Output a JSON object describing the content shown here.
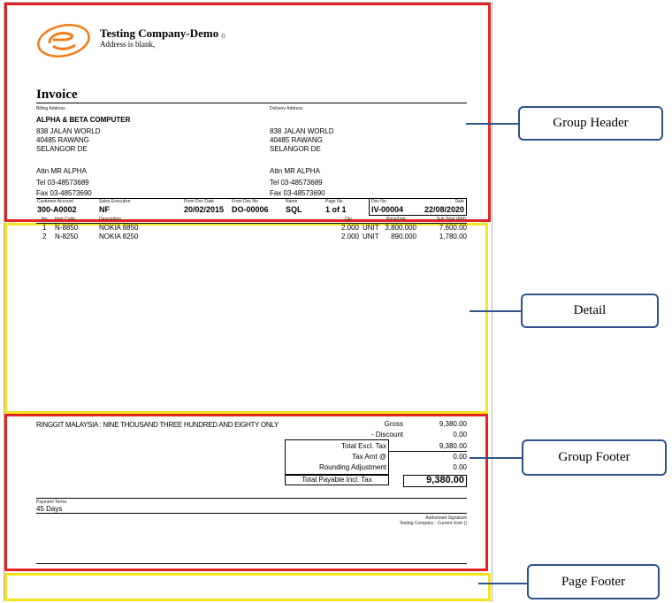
{
  "company": {
    "name": "Testing Company-Demo",
    "suffix": "()",
    "address": "Address is blank,"
  },
  "invoice_title": "Invoice",
  "billing": {
    "label": "Billing Address",
    "company": "ALPHA & BETA COMPUTER",
    "line1": "838 JALAN WORLD",
    "line2": "40485 RAWANG",
    "line3": "SELANGOR DE",
    "attn": "Attn  MR ALPHA",
    "tel": "Tel   03-48573689",
    "fax": "Fax  03-48573690"
  },
  "delivery": {
    "label": "Delivery Address",
    "line1": "838 JALAN WORLD",
    "line2": "40485 RAWANG",
    "line3": "SELANGOR DE",
    "attn": "Attn  MR ALPHA",
    "tel": "Tel   03-48573689",
    "fax": "Fax  03-48573690"
  },
  "info": {
    "customer_account_label": "Customer Account",
    "customer_account": "300-A0002",
    "sales_exec_label": "Sales Executive",
    "sales_exec": "NF",
    "from_doc_date_label": "From Doc Date",
    "from_doc_date": "20/02/2015",
    "from_doc_no_label": "From Doc No",
    "from_doc_no": "DO-00006",
    "name_label": "Name",
    "name": "SQL",
    "page_no_label": "Page No.",
    "page_no": "1 of 1",
    "doc_no_label": "Doc No.",
    "doc_no": "IV-00004",
    "date_label": "Date",
    "date": "22/08/2020"
  },
  "detail": {
    "headers": {
      "no": "No.",
      "item_code": "Item Code",
      "description": "Description",
      "qty": "Qty",
      "price": "Price/Unit",
      "subtotal": "Sub Total (RM)"
    },
    "rows": [
      {
        "no": "1",
        "code": "N-8850",
        "desc": "NOKIA 8850",
        "qty": "2.000",
        "uom": "UNIT",
        "price": "3,800.000",
        "subtotal": "7,600.00"
      },
      {
        "no": "2",
        "code": "N-8250",
        "desc": "NOKIA 8250",
        "qty": "2.000",
        "uom": "UNIT",
        "price": "890.000",
        "subtotal": "1,780.00"
      }
    ]
  },
  "footer": {
    "amount_words": "RINGGIT MALAYSIA : NINE THOUSAND THREE HUNDRED AND EIGHTY ONLY",
    "gross_label": "Gross",
    "gross": "9,380.00",
    "discount_label": "- Discount",
    "discount": "0.00",
    "total_excl_label": "Total Excl. Tax",
    "total_excl": "9,380.00",
    "tax_label": "Tax Amt @",
    "tax": "0.00",
    "rounding_label": "Rounding Adjustment",
    "rounding": "0.00",
    "total_payable_label": "Total Payable Incl. Tax",
    "total_payable": "9,380.00",
    "payment_terms_label": "Payment Terms",
    "payment_terms": "45 Days",
    "signature_label": "Authorised Signature",
    "signature_company": "Testing Company - Current User ()"
  },
  "callouts": {
    "group_header": "Group Header",
    "detail": "Detail",
    "group_footer": "Group Footer",
    "page_footer": "Page Footer"
  },
  "colors": {
    "group_band": "#e52222",
    "detail_band": "#f5e31c",
    "callout_border": "#2e5387",
    "logo": "#f07d1a"
  }
}
